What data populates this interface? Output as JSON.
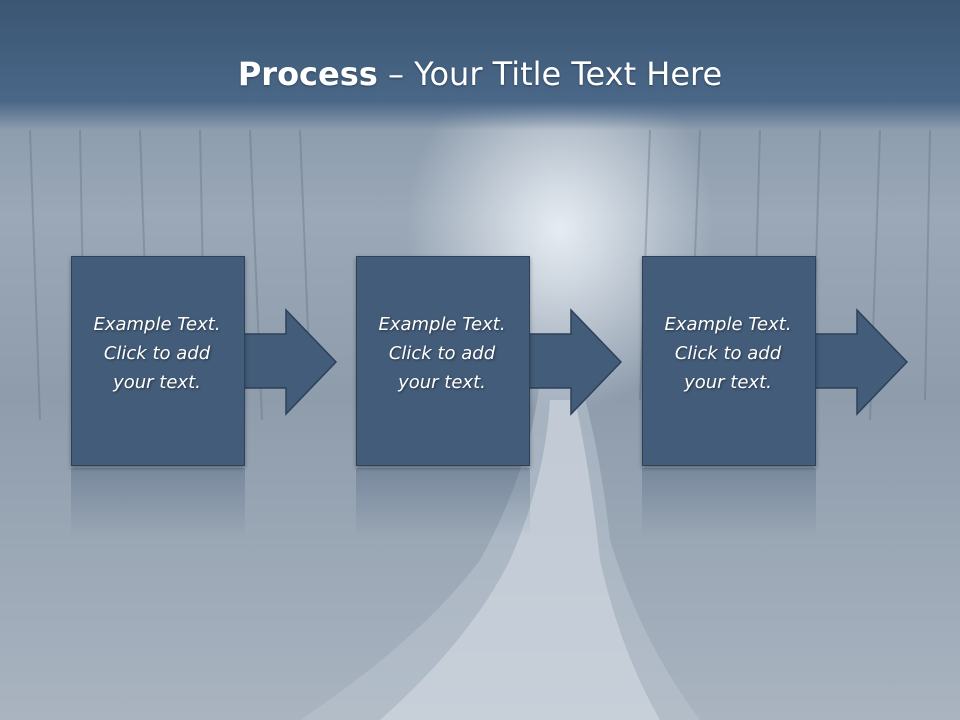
{
  "slide": {
    "title_bold": "Process",
    "title_rest": " – Your Title Text Here"
  },
  "steps": [
    {
      "text": "Example Text.\nClick  to add\nyour text."
    },
    {
      "text": "Example Text.\nClick  to add\nyour text."
    },
    {
      "text": "Example Text.\nClick  to add\nyour text."
    }
  ],
  "colors": {
    "header": "#4a6788",
    "box_fill": "#435c79",
    "box_border": "#2d4158"
  },
  "icons": [
    "arrow-right-icon",
    "arrow-right-icon",
    "arrow-right-icon"
  ]
}
